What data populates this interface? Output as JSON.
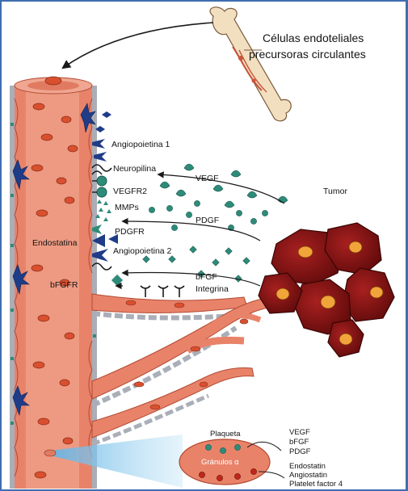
{
  "labels": {
    "precursor_cells_line1": "Células endoteliales",
    "precursor_cells_line2": "precursoras circulantes",
    "angiopoietin1": "Angiopoietina 1",
    "neuropilin": "Neuropilina",
    "vegf": "VEGF",
    "tumor": "Tumor",
    "vegfr2": "VEGFR2",
    "mmps": "MMPs",
    "pdgf": "PDGF",
    "pdgfr": "PDGFR",
    "endostatin": "Endostatina",
    "angiopoietin2": "Angiopoietina 2",
    "bfgf": "bFGF",
    "integrin": "Integrina",
    "bfgfr": "bFGFR"
  },
  "inset": {
    "platelet": "Plaqueta",
    "granules": "Gránulos α",
    "factors_growth": [
      "VEGF",
      "bFGF",
      "PDGF"
    ],
    "factors_inhibit": [
      "Endostatin",
      "Angiostatin",
      "Platelet factor 4"
    ]
  },
  "colors": {
    "vessel": "#e8836a",
    "vessel_dark": "#b24a33",
    "vessel_wall": "#a9aeb8",
    "receptor_blue": "#1f3c88",
    "growth_factor_teal": "#2e8b7a",
    "tumor_red": "#7a0f0f",
    "tumor_nucleus": "#f0a43a",
    "frame_border": "#3f6db1"
  }
}
